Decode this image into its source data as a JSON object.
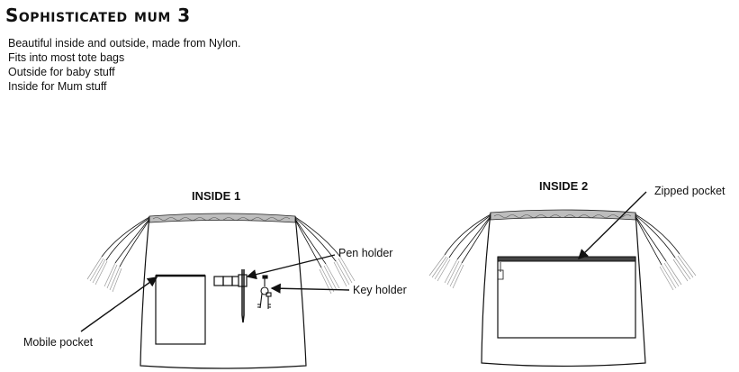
{
  "header": {
    "title": "Sophisticated mum 3",
    "description_lines": [
      "Beautiful inside and outside, made from Nylon.",
      "Fits into most tote bags",
      "Outside for baby stuff",
      "Inside for Mum stuff"
    ]
  },
  "panels": [
    {
      "title": "INSIDE 1",
      "callouts": {
        "pen_holder": "Pen holder",
        "key_holder": "Key holder",
        "mobile_pocket": "Mobile pocket"
      }
    },
    {
      "title": "INSIDE 2",
      "callouts": {
        "zipped_pocket": "Zipped pocket"
      }
    }
  ],
  "colors": {
    "ink": "#111111",
    "elastic": "#bdbdbd",
    "background": "#ffffff"
  }
}
